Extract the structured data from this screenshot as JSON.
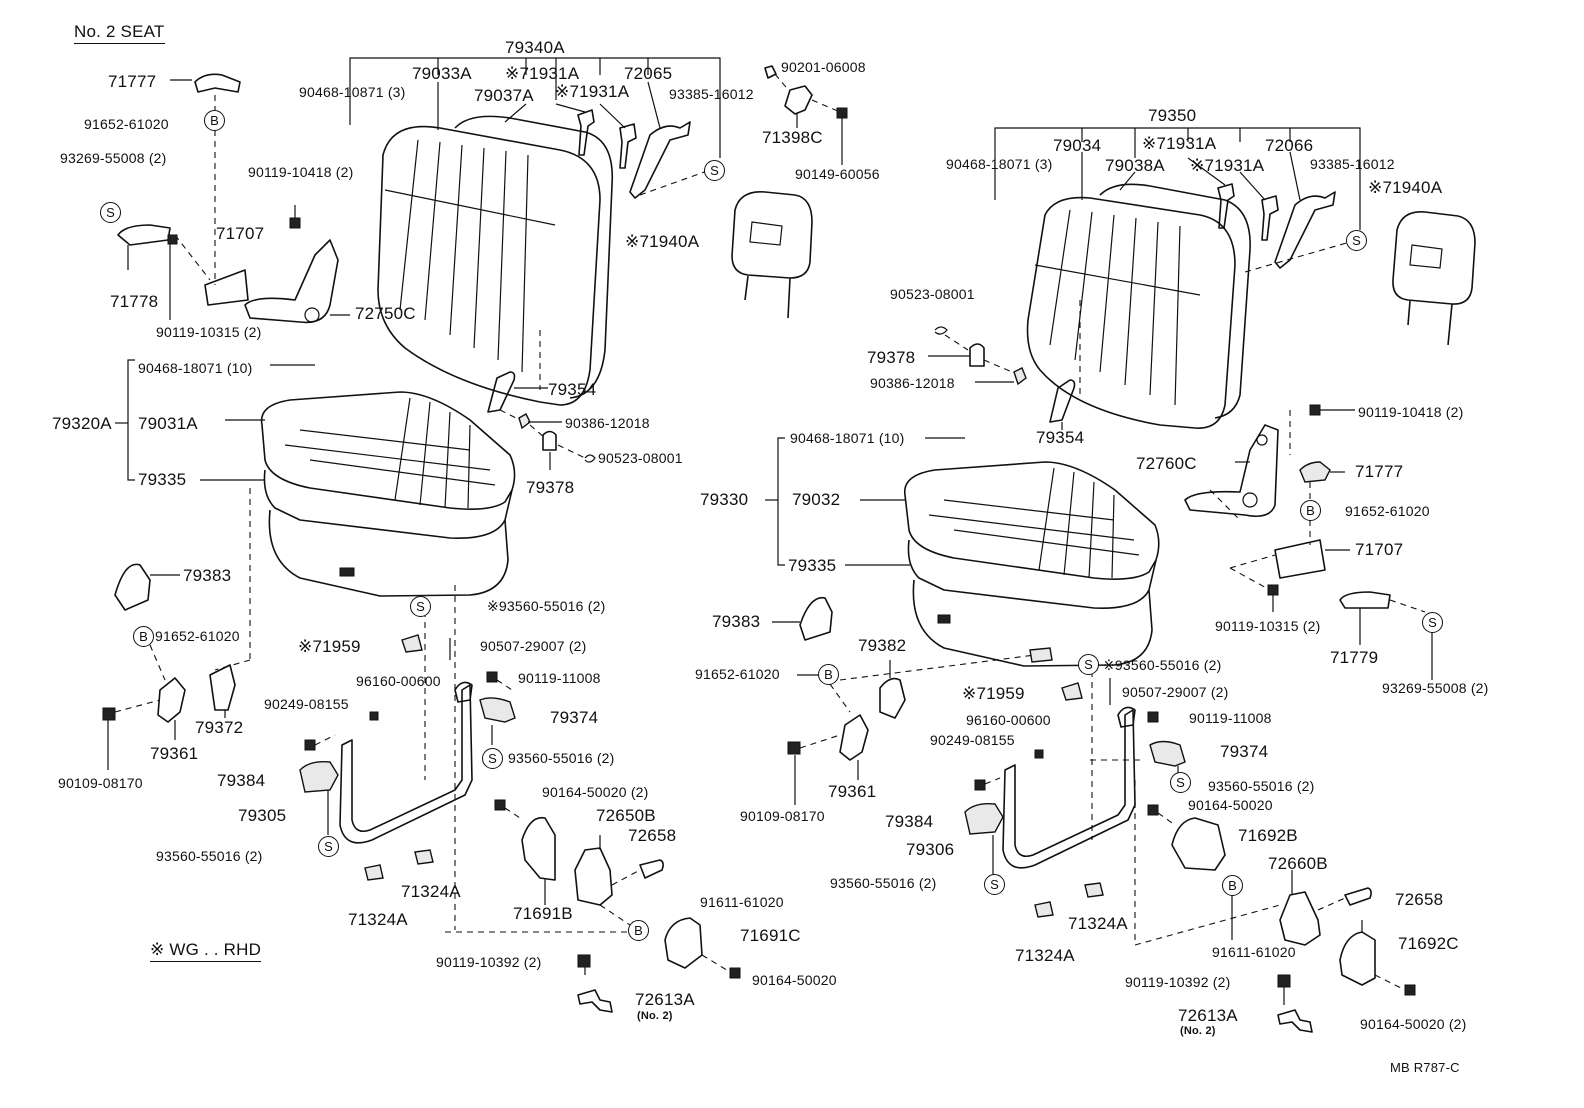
{
  "title": "No. 2 SEAT",
  "note": "※ WG . . RHD",
  "ref_code": "MB  R787-C",
  "circle_symbols": {
    "s": "S",
    "b": "B"
  },
  "left_seat": {
    "assembly": "79340A",
    "back_cover": "79033A",
    "back_pad": "79037A",
    "headrest_support_1": "※71931A",
    "headrest_support_2": "※71931A",
    "hinge_cover": "72065",
    "clip_back": "90468-10871 (3)",
    "hog_ring": "93385-16012",
    "screw_top": "90201-06008",
    "cover_71398c": "71398C",
    "screw_90149": "90149-60056",
    "headrest": "※71940A",
    "part_71777": "71777",
    "bolt_91652": "91652-61020",
    "hog_93269": "93269-55008 (2)",
    "bolt_90119_10418": "90119-10418 (2)",
    "part_71707": "71707",
    "part_71778": "71778",
    "bolt_90119_10315": "90119-10315 (2)",
    "recliner": "72750C",
    "clip_cushion": "90468-18071 (10)",
    "cushion_assembly": "79320A",
    "cushion_cover": "79031A",
    "cushion_pad": "79335",
    "part_79354": "79354",
    "nut_90386": "90386-12018",
    "washer_90523": "90523-08001",
    "part_79378": "79378",
    "part_79383": "79383",
    "bolt_91652_b": "91652-61020",
    "part_79372": "79372",
    "part_79361": "79361",
    "bolt_90109": "90109-08170",
    "part_71959": "※71959",
    "hog_93560_top": "※93560-55016 (2)",
    "spring_90507": "90507-29007 (2)",
    "clip_96160": "96160-00600",
    "bolt_90119_11008": "90119-11008",
    "clip_90249": "90249-08155",
    "part_79374": "79374",
    "hog_93560_mid": "93560-55016 (2)",
    "part_79384": "79384",
    "frame_79305": "79305",
    "hog_93560_bot": "93560-55016 (2)",
    "screw_90164_top": "90164-50020 (2)",
    "cover_72650b": "72650B",
    "part_72658": "72658",
    "pad_71324a_1": "71324A",
    "pad_71324a_2": "71324A",
    "cover_71691b": "71691B",
    "bolt_91611": "91611-61020",
    "cover_71691c": "71691C",
    "bolt_90119_10392": "90119-10392 (2)",
    "screw_90164_bot": "90164-50020",
    "bracket_72613a": "72613A",
    "bracket_sub": "(No. 2)"
  },
  "right_seat": {
    "assembly": "79350",
    "back_cover": "79034",
    "back_pad": "79038A",
    "headrest_support_1": "※71931A",
    "headrest_support_2": "※71931A",
    "hinge_cover": "72066",
    "clip_back": "90468-18071 (3)",
    "hog_ring": "93385-16012",
    "headrest": "※71940A",
    "washer_90523": "90523-08001",
    "part_79378": "79378",
    "nut_90386": "90386-12018",
    "part_79354": "79354",
    "bolt_90119_10418": "90119-10418 (2)",
    "recliner": "72760C",
    "part_71777": "71777",
    "bolt_91652": "91652-61020",
    "part_71707": "71707",
    "bolt_90119_10315": "90119-10315 (2)",
    "part_71779": "71779",
    "hog_93269": "93269-55008 (2)",
    "clip_cushion": "90468-18071 (10)",
    "cushion_assembly": "79330",
    "cushion_cover": "79032",
    "cushion_pad": "79335",
    "part_79383": "79383",
    "part_79382": "79382",
    "bolt_91652_b": "91652-61020",
    "part_79361": "79361",
    "bolt_90109": "90109-08170",
    "hog_93560_top": "※93560-55016 (2)",
    "part_71959": "※71959",
    "spring_90507": "90507-29007 (2)",
    "clip_96160": "96160-00600",
    "bolt_90119_11008": "90119-11008",
    "clip_90249": "90249-08155",
    "part_79374": "79374",
    "hog_93560_mid": "93560-55016 (2)",
    "screw_90164_top": "90164-50020",
    "part_79384": "79384",
    "frame_79306": "79306",
    "cover_71692b": "71692B",
    "hog_93560_bot": "93560-55016 (2)",
    "cover_72660b": "72660B",
    "part_72658": "72658",
    "pad_71324a_1": "71324A",
    "pad_71324a_2": "71324A",
    "bolt_91611": "91611-61020",
    "cover_71692c": "71692C",
    "bolt_90119_10392": "90119-10392 (2)",
    "bracket_72613a": "72613A",
    "bracket_sub": "(No. 2)",
    "screw_90164_bot": "90164-50020 (2)"
  }
}
